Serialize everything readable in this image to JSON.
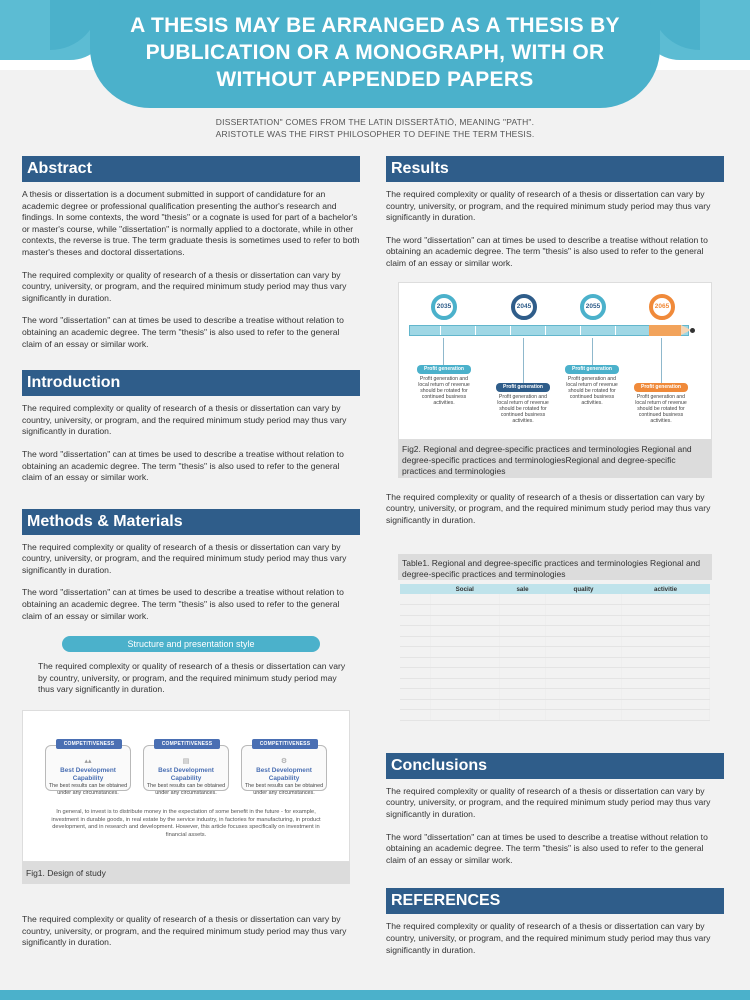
{
  "header": {
    "title": "A THESIS MAY BE ARRANGED AS A THESIS BY PUBLICATION OR A MONOGRAPH, WITH OR WITHOUT APPENDED PAPERS",
    "subtitle_line1": "DISSERTATION\" COMES FROM THE LATIN DISSERTĀTIŌ, MEANING \"PATH\".",
    "subtitle_line2": "ARISTOTLE WAS THE FIRST PHILOSOPHER TO DEFINE THE TERM THESIS."
  },
  "abstract": {
    "heading": "Abstract",
    "p1": "A thesis or dissertation is a document submitted in support of candidature for an academic degree or professional qualification presenting the author's research and findings. In some contexts, the word \"thesis\" or a cognate is used for part of a bachelor's or master's course, while \"dissertation\" is normally applied to a doctorate, while in other contexts, the reverse is true. The term graduate thesis is sometimes used to refer to both master's theses and doctoral dissertations.",
    "p2": "The required complexity or quality of research of a thesis or dissertation can vary by country, university, or program, and the required minimum study period may thus vary significantly in duration.",
    "p3": "The word \"dissertation\" can at times be used to describe a treatise without relation to obtaining an academic degree. The term \"thesis\" is also used to refer to the general claim of an essay or similar work."
  },
  "introduction": {
    "heading": "Introduction",
    "p1": "The required complexity or quality of research of a thesis or dissertation can vary by country, university, or program, and the required minimum study period may thus vary significantly in duration.",
    "p2": "The word \"dissertation\" can at times be used to describe a treatise without relation to obtaining an academic degree. The term \"thesis\" is also used to refer to the general claim of an essay or similar work."
  },
  "methods": {
    "heading": "Methods & Materials",
    "p1": "The required complexity or quality of research of a thesis or dissertation can vary by country, university, or program, and the required minimum study period may thus vary significantly in duration.",
    "p2": "The word \"dissertation\" can at times be used to describe a treatise without relation to obtaining an academic degree. The term \"thesis\" is also used to refer to the general claim of an essay or similar work.",
    "pill": "Structure and presentation style",
    "p3": "The required complexity or quality of research of a thesis or dissertation can vary by country, university, or program, and the required minimum study period may thus vary significantly in duration.",
    "fig1": {
      "cards": [
        {
          "tab": "COMPETITIVENESS",
          "title": "Best Development Capability",
          "desc": "The best results can be obtained under any circumstances."
        },
        {
          "tab": "COMPETITIVENESS",
          "title": "Best Development Capability",
          "desc": "The best results can be obtained under any circumstances."
        },
        {
          "tab": "COMPETITIVENESS",
          "title": "Best Development Capability",
          "desc": "The best results can be obtained under any circumstances."
        }
      ],
      "text": "In general, to invest is to distribute money in the expectation of some benefit in the future - for example, investment in durable goods, in real estate by the service industry, in factories for manufacturing, in product development, and in research and development. However, this article focuses specifically on investment in financial assets.",
      "caption": "Fig1. Design of study"
    },
    "p4": "The required complexity or quality of research of a thesis or dissertation can vary by country, university, or program, and the required minimum study period may thus vary significantly in duration."
  },
  "results": {
    "heading": "Results",
    "p1": "The required complexity or quality of research of a thesis or dissertation can vary by country, university, or program, and the required minimum study period may thus vary significantly in duration.",
    "p2": "The word \"dissertation\" can at times be used to describe a treatise without relation to obtaining an academic degree. The term \"thesis\" is also used to refer to the general claim of an essay or similar work.",
    "fig2": {
      "years": [
        "2035",
        "2045",
        "2055",
        "2065"
      ],
      "tag": "Profit generation",
      "desc": "Profit generation and local return of revenue should be rotated for continued business activities.",
      "caption": "Fig2. Regional and degree-specific practices and terminologies Regional and degree-specific practices and terminologiesRegional and degree-specific practices and terminologies"
    },
    "p3": "The required complexity or quality of research of a thesis or dissertation can vary by country, university, or program, and the required minimum study period may thus vary significantly in duration.",
    "table": {
      "caption": "Table1. Regional and degree-specific practices and terminologies Regional and degree-specific practices and terminologies",
      "columns": [
        "",
        "Social",
        "sale",
        "quality",
        "activitie"
      ]
    }
  },
  "conclusions": {
    "heading": "Conclusions",
    "p1": "The required complexity or quality of research of a thesis or dissertation can vary by country, university, or program, and the required minimum study period may thus vary significantly in duration.",
    "p2": "The word \"dissertation\" can at times be used to describe a treatise without relation to obtaining an academic degree. The term \"thesis\" is also used to refer to the general claim of an essay or similar work."
  },
  "references": {
    "heading": "REFERENCES",
    "p1": "The required complexity or quality of research of a thesis or dissertation can vary by country, university, or program, and the required minimum study period may thus vary significantly in duration."
  },
  "colors": {
    "accent": "#4bb1cb",
    "heading_bg": "#2f5d8a",
    "orange": "#f08a3a"
  }
}
